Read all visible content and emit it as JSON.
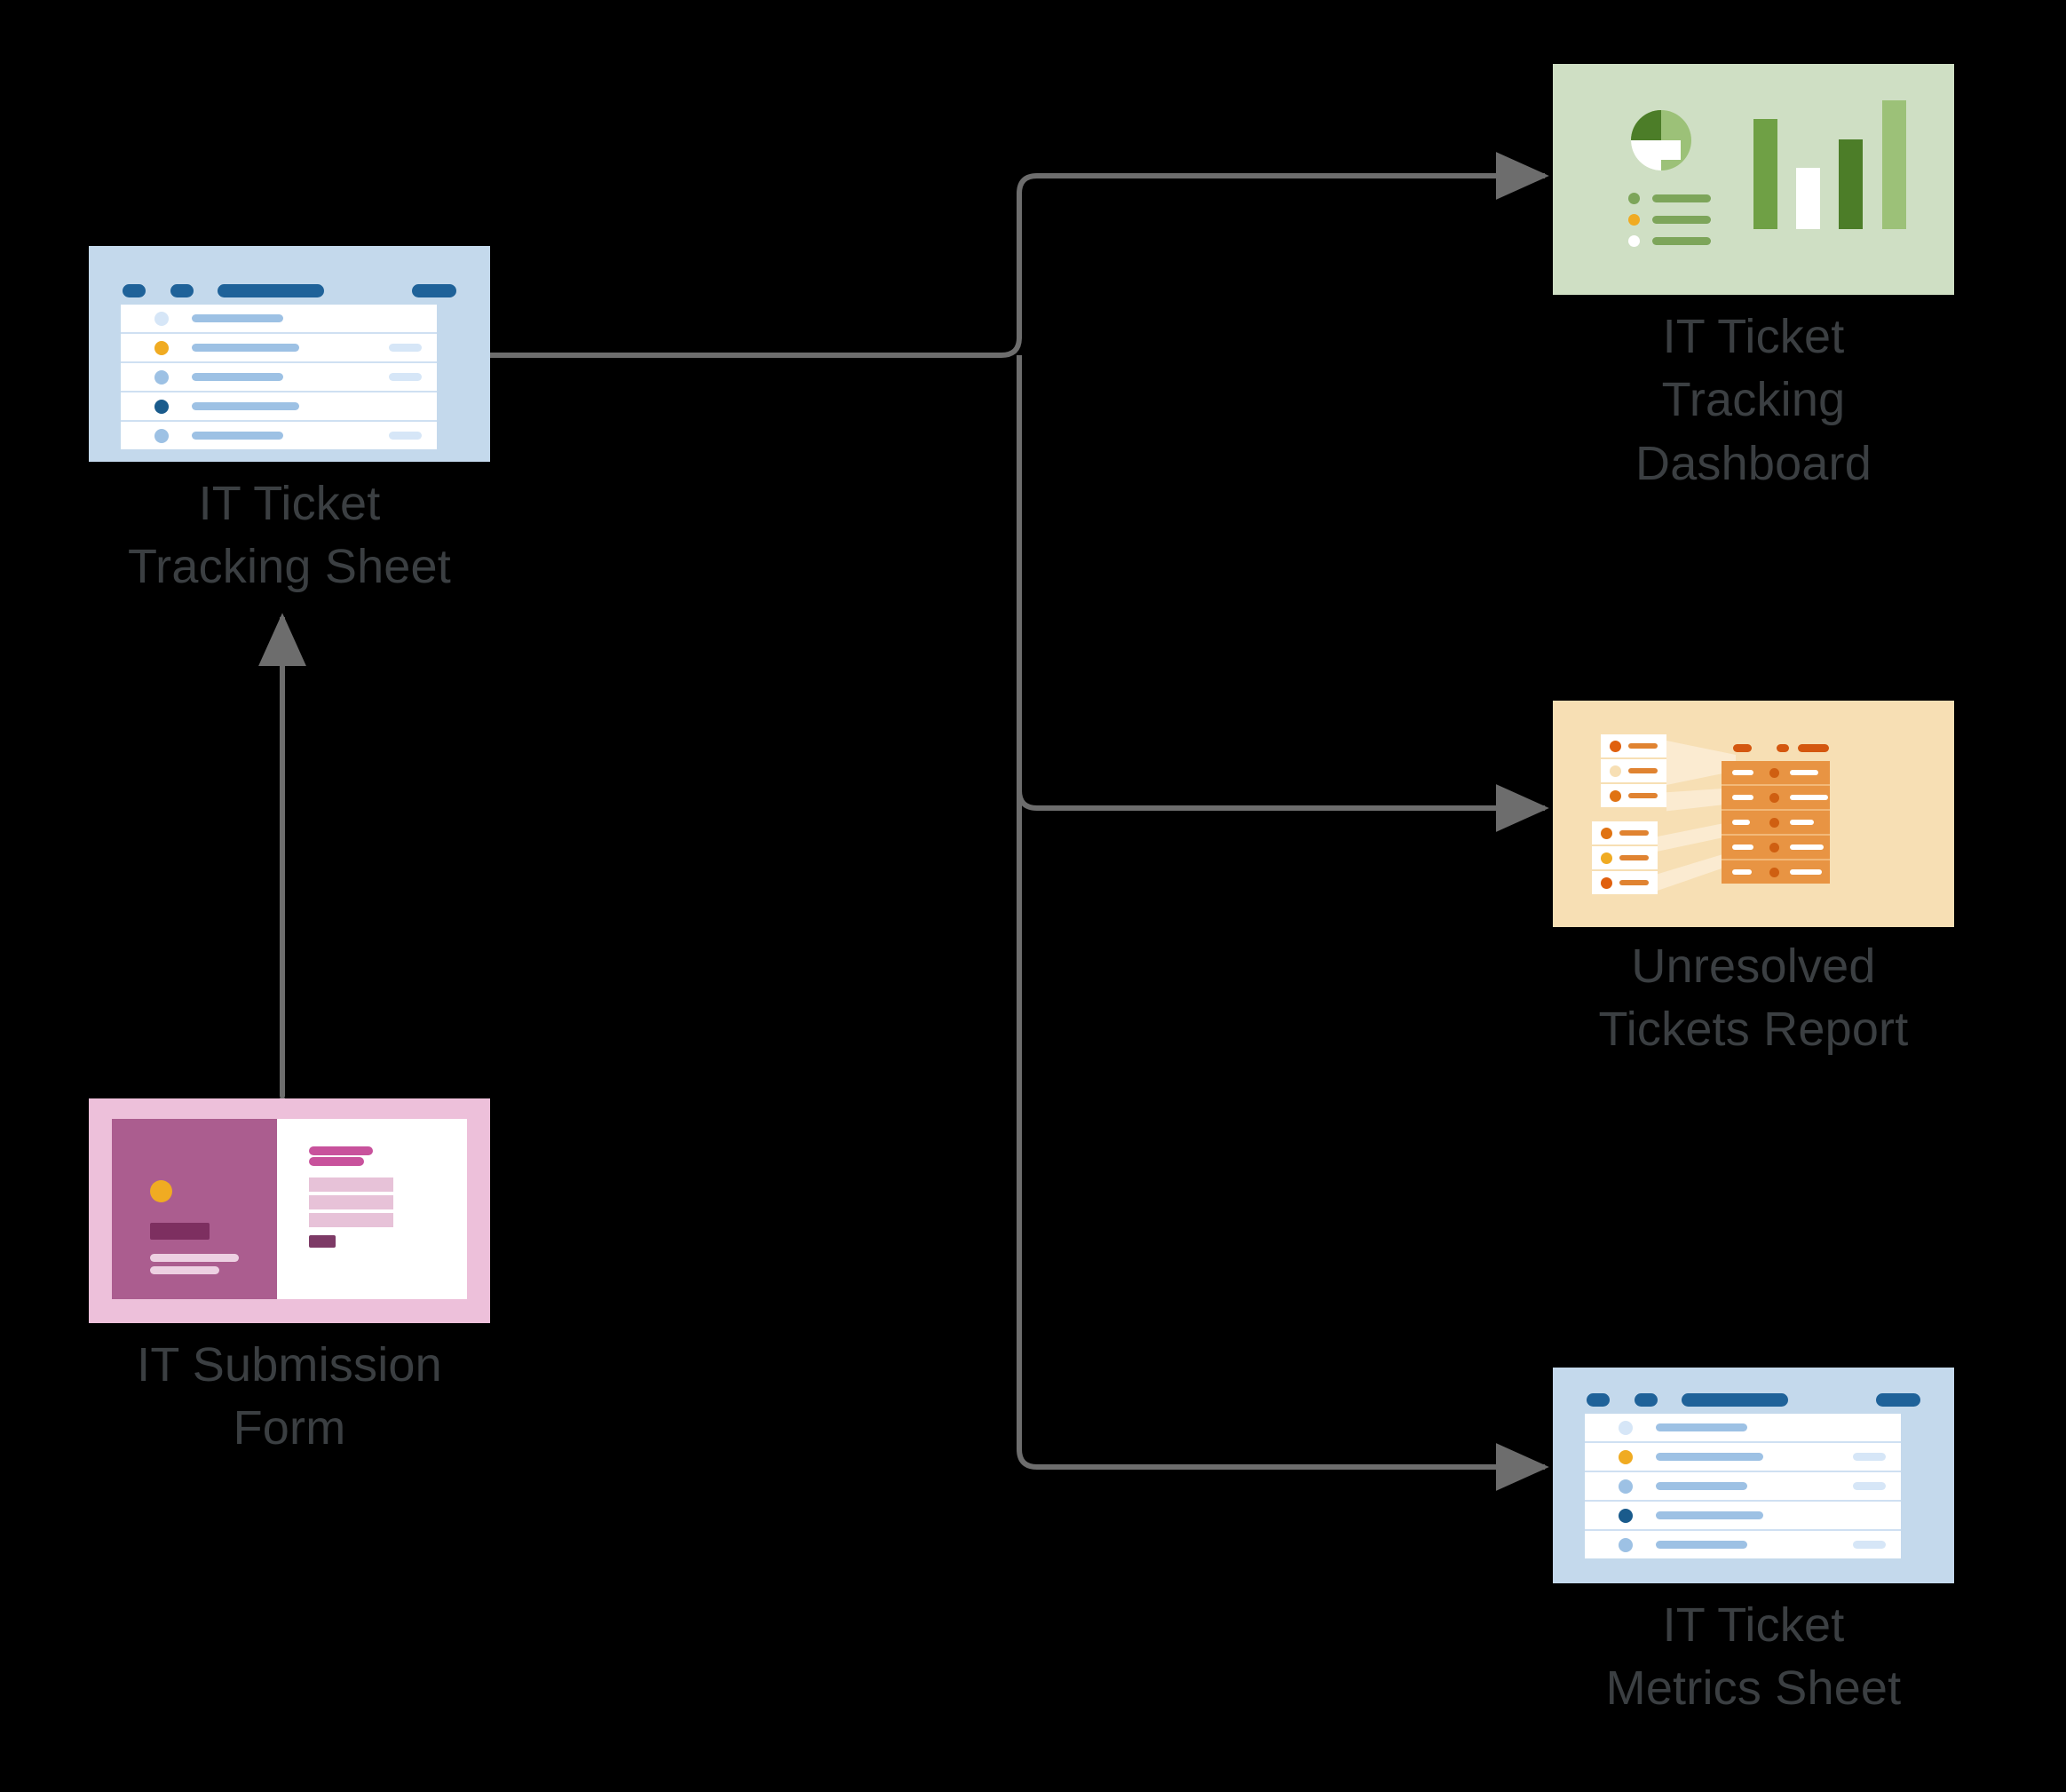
{
  "diagram": {
    "type": "flow-diagram",
    "background": "#000000",
    "connector_color": "#6d6d6d",
    "label_color": "#3b3f42",
    "nodes": [
      {
        "id": "tracking-sheet",
        "label": "IT Ticket\nTracking Sheet",
        "label_line1": "IT Ticket",
        "label_line2": "Tracking Sheet",
        "icon": "spreadsheet-icon",
        "color": "#c4d9ec"
      },
      {
        "id": "submission-form",
        "label": "IT Submission\nForm",
        "label_line1": "IT Submission",
        "label_line2": "Form",
        "icon": "form-icon",
        "color": "#edc0da"
      },
      {
        "id": "dashboard",
        "label": "IT Ticket\nTracking\nDashboard",
        "label_line1": "IT Ticket",
        "label_line2": "Tracking",
        "label_line3": "Dashboard",
        "icon": "dashboard-chart-icon",
        "color": "#cfdfc4"
      },
      {
        "id": "unresolved-report",
        "label": "Unresolved\nTickets Report",
        "label_line1": "Unresolved",
        "label_line2": "Tickets Report",
        "icon": "report-table-icon",
        "color": "#f7dfb4"
      },
      {
        "id": "metrics-sheet",
        "label": "IT Ticket\nMetrics Sheet",
        "label_line1": "IT Ticket",
        "label_line2": "Metrics Sheet",
        "icon": "spreadsheet-icon",
        "color": "#c4d9ec"
      }
    ],
    "edges": [
      {
        "from": "submission-form",
        "to": "tracking-sheet",
        "style": "bidirectional"
      },
      {
        "from": "tracking-sheet",
        "to": "dashboard",
        "style": "arrow"
      },
      {
        "from": "tracking-sheet",
        "to": "unresolved-report",
        "style": "arrow"
      },
      {
        "from": "tracking-sheet",
        "to": "metrics-sheet",
        "style": "arrow"
      }
    ]
  },
  "palette": {
    "sheet_bg": "#c4d9ec",
    "sheet_pill": "#1f6299",
    "sheet_bar": "#9dc1e4",
    "sheet_bar_light": "#d6e6f7",
    "amber": "#f0ab22",
    "navy": "#1a5b8c",
    "dash_bg": "#cfdfc4",
    "green_dark": "#4c7d28",
    "green_mid": "#6fa045",
    "green_light": "#9cc178",
    "report_bg": "#f7dfb4",
    "orange_row": "#e89443",
    "orange_dark": "#d4570f",
    "orange_dot": "#e07313",
    "form_bg": "#edc0da",
    "magenta": "#ab5d8f",
    "magenta_dark": "#7d2f60",
    "magenta_bar": "#c8529c"
  }
}
